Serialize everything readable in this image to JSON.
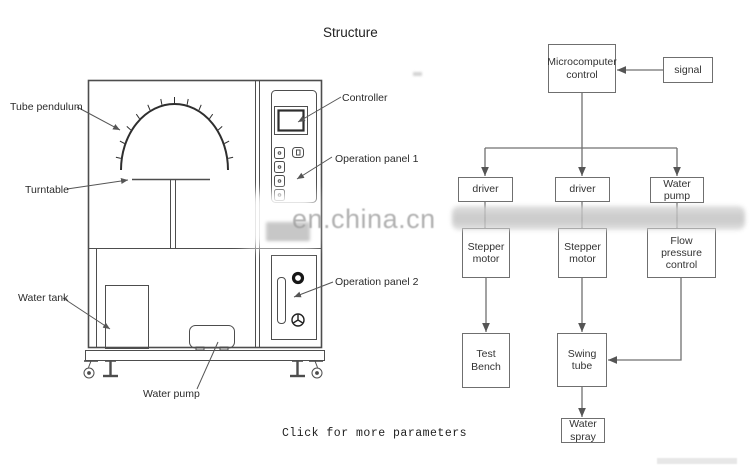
{
  "title": "Structure",
  "footer": {
    "link_text": "Click for more parameters"
  },
  "watermark": {
    "text": "en.china.cn"
  },
  "machine": {
    "labels": {
      "tube_pendulum": "Tube pendulum",
      "turntable": "Turntable",
      "water_tank": "Water tank",
      "water_pump": "Water pump",
      "controller": "Controller",
      "operation_panel_1": "Operation panel 1",
      "operation_panel_2": "Operation panel 2"
    },
    "icons": {
      "controller_screen": "display-screen",
      "panel_button_column": "button-column",
      "power_knob": "ring-knob",
      "flow_knob": "spoke-valve-knob",
      "caster": "swivel-wheel",
      "leveler": "leveling-foot"
    }
  },
  "flowchart": {
    "nodes": [
      {
        "id": "microcomputer",
        "label": "Microcomputer control"
      },
      {
        "id": "signal",
        "label": "signal"
      },
      {
        "id": "driver1",
        "label": "driver"
      },
      {
        "id": "driver2",
        "label": "driver"
      },
      {
        "id": "water_pump",
        "label": "Water pump"
      },
      {
        "id": "stepper1",
        "label": "Stepper motor"
      },
      {
        "id": "stepper2",
        "label": "Stepper motor"
      },
      {
        "id": "flow_pressure",
        "label": "Flow pressure control"
      },
      {
        "id": "test_bench",
        "label": "Test Bench"
      },
      {
        "id": "swing_tube",
        "label": "Swing tube"
      },
      {
        "id": "water_spray",
        "label": "Water spray"
      }
    ]
  },
  "colors": {
    "machine_line": "#4d4d4d",
    "flow_line": "#707070",
    "box_border": "#6f6f6f",
    "text": "#333333",
    "watermark_gray": "#9e9e9e"
  }
}
